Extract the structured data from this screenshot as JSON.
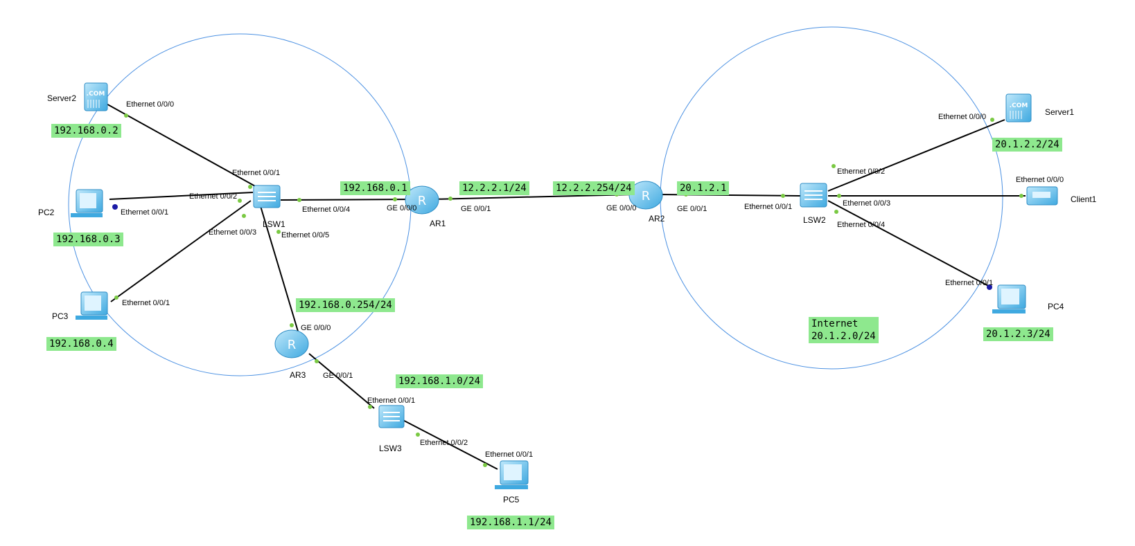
{
  "devices": {
    "server2": "Server2",
    "pc2": "PC2",
    "pc3": "PC3",
    "lsw1": "LSW1",
    "ar1": "AR1",
    "ar2": "AR2",
    "ar3": "AR3",
    "lsw2": "LSW2",
    "server1": "Server1",
    "client1": "Client1",
    "pc4": "PC4",
    "lsw3": "LSW3",
    "pc5": "PC5"
  },
  "ports": {
    "server2_e000": "Ethernet 0/0/0",
    "lsw1_e001": "Ethernet 0/0/1",
    "lsw1_e002": "Ethernet 0/0/2",
    "pc2_e001": "Ethernet 0/0/1",
    "lsw1_e003": "Ethernet 0/0/3",
    "pc3_e001": "Ethernet 0/0/1",
    "lsw1_e004": "Ethernet 0/0/4",
    "lsw1_e005": "Ethernet 0/0/5",
    "ar1_ge000": "GE 0/0/0",
    "ar1_ge001": "GE 0/0/1",
    "ar2_ge000": "GE 0/0/0",
    "ar2_ge001": "GE 0/0/1",
    "ar3_ge000": "GE 0/0/0",
    "ar3_ge001": "GE 0/0/1",
    "lsw3_e001": "Ethernet 0/0/1",
    "lsw3_e002": "Ethernet 0/0/2",
    "pc5_e001": "Ethernet 0/0/1",
    "lsw2_e001": "Ethernet 0/0/1",
    "lsw2_e002": "Ethernet 0/0/2",
    "lsw2_e003": "Ethernet 0/0/3",
    "lsw2_e004": "Ethernet 0/0/4",
    "server1_e000": "Ethernet 0/0/0",
    "client1_e000": "Ethernet 0/0/0",
    "pc4_e001": "Ethernet 0/0/1"
  },
  "addresses": {
    "server2": "192.168.0.2",
    "pc2": "192.168.0.3",
    "pc3": "192.168.0.4",
    "ar1_lan": "192.168.0.1",
    "ar1_wan": "12.2.2.1/24",
    "ar2_wan": "12.2.2.254/24",
    "ar2_lan": "20.1.2.1",
    "ar3_lan": "192.168.0.254/24",
    "net_192_168_1": "192.168.1.0/24",
    "pc5": "192.168.1.1/24",
    "server1": "20.1.2.2/24",
    "pc4": "20.1.2.3/24",
    "internet_title": "Internet",
    "internet_net": "20.1.2.0/24"
  },
  "colors": {
    "circle": "#4a90e2",
    "link": "#000000",
    "port_dot": "#7ac943",
    "blue_dot": "#1a1aa6",
    "label_bg": "#8ee88e",
    "device": "#6ec6f0"
  }
}
